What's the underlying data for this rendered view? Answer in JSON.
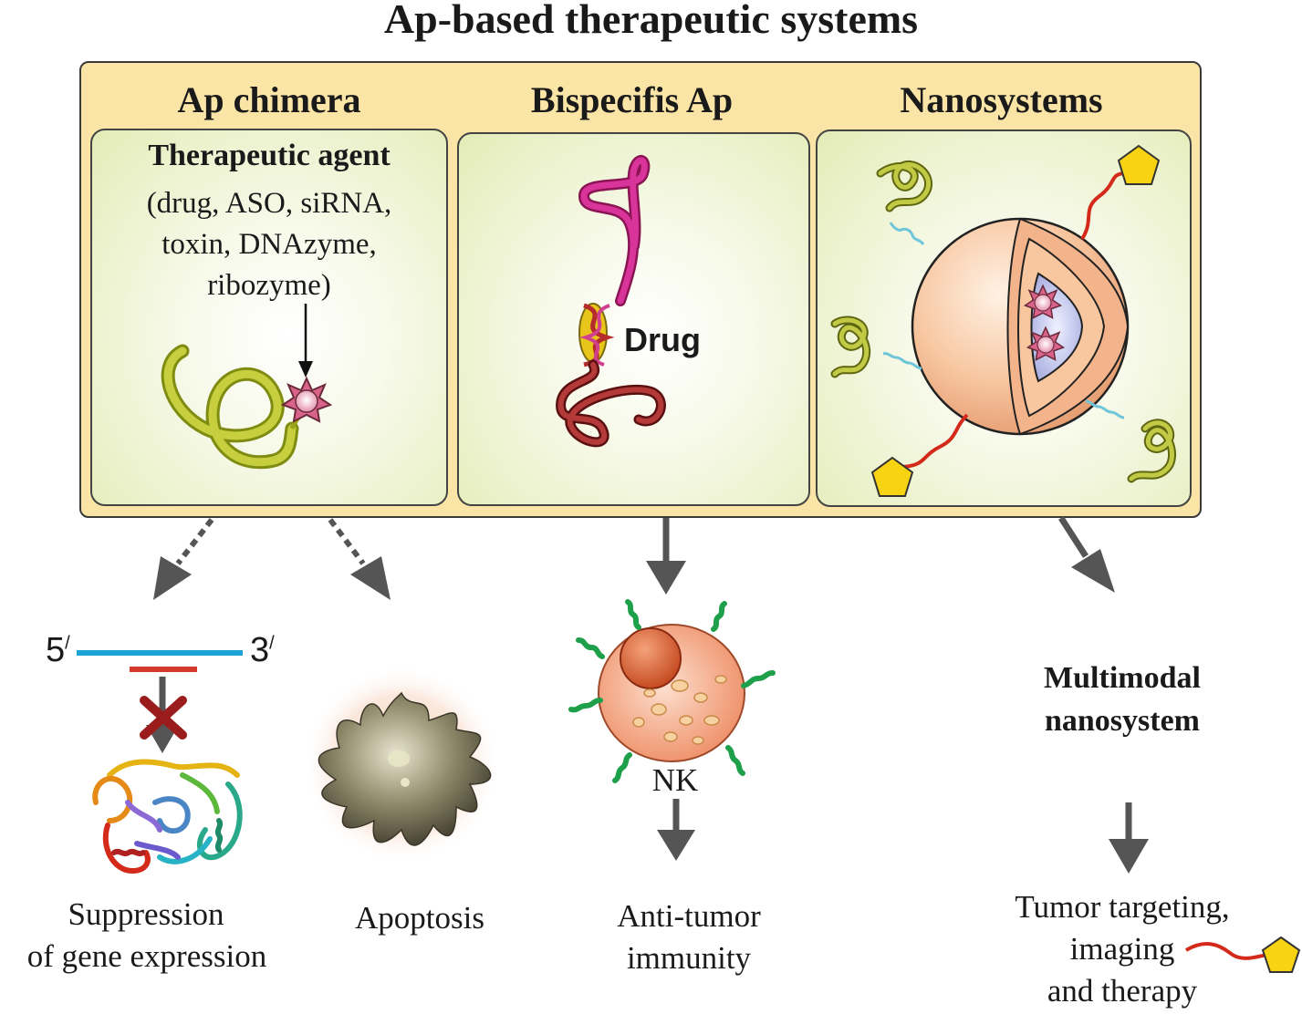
{
  "title": "Ap-based therapeutic systems",
  "columns": {
    "chimera": "Ap chimera",
    "bispecific": "Bispecifis Ap",
    "nano": "Nanosystems"
  },
  "agent": {
    "title": "Therapeutic agent",
    "line1": "(drug, ASO, siRNA,",
    "line2": "toxin, DNAzyme,",
    "line3": "ribozyme)"
  },
  "drug_label": "Drug",
  "strand": {
    "five": "5",
    "three": "3",
    "prime": "/"
  },
  "outcomes": {
    "suppression": {
      "line1": "Suppression",
      "line2": "of gene expression"
    },
    "apoptosis": "Apoptosis",
    "nk": "NK",
    "immunity": {
      "line1": "Anti-tumor",
      "line2": "immunity"
    },
    "multimodal": {
      "line1": "Multimodal",
      "line2": "nanosystem"
    },
    "targeting": {
      "line1": "Tumor targeting,",
      "line2": "imaging",
      "line3": "and therapy"
    }
  }
}
